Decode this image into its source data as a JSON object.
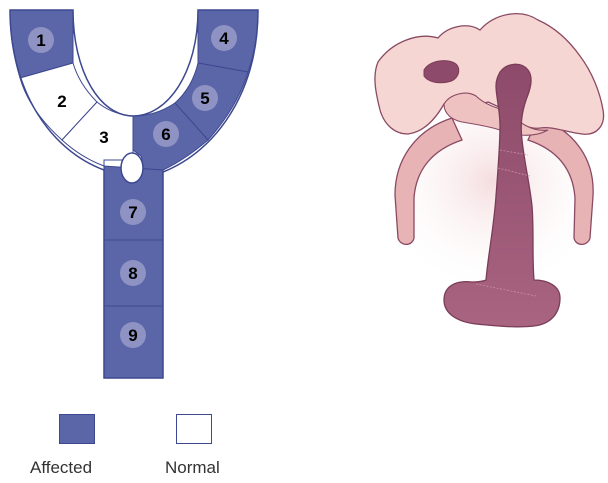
{
  "colors": {
    "affected": "#5b66a8",
    "affected_stroke": "#3d4890",
    "normal": "#ffffff",
    "badge": "#8f93c4",
    "anatomy_light": "#f6d6d2",
    "anatomy_mid": "#e3a8ab",
    "anatomy_dark": "#9a5873",
    "anatomy_stroke": "#8a4a63"
  },
  "segments": [
    {
      "id": "seg-1",
      "label": "1",
      "status": "affected"
    },
    {
      "id": "seg-2",
      "label": "2",
      "status": "normal"
    },
    {
      "id": "seg-3",
      "label": "3",
      "status": "normal"
    },
    {
      "id": "seg-4",
      "label": "4",
      "status": "affected"
    },
    {
      "id": "seg-5",
      "label": "5",
      "status": "affected"
    },
    {
      "id": "seg-6",
      "label": "6",
      "status": "affected"
    },
    {
      "id": "seg-7",
      "label": "7",
      "status": "affected"
    },
    {
      "id": "seg-8",
      "label": "8",
      "status": "affected"
    },
    {
      "id": "seg-9",
      "label": "9",
      "status": "affected"
    }
  ],
  "legend": {
    "affected_label": "Affected",
    "normal_label": "Normal"
  }
}
